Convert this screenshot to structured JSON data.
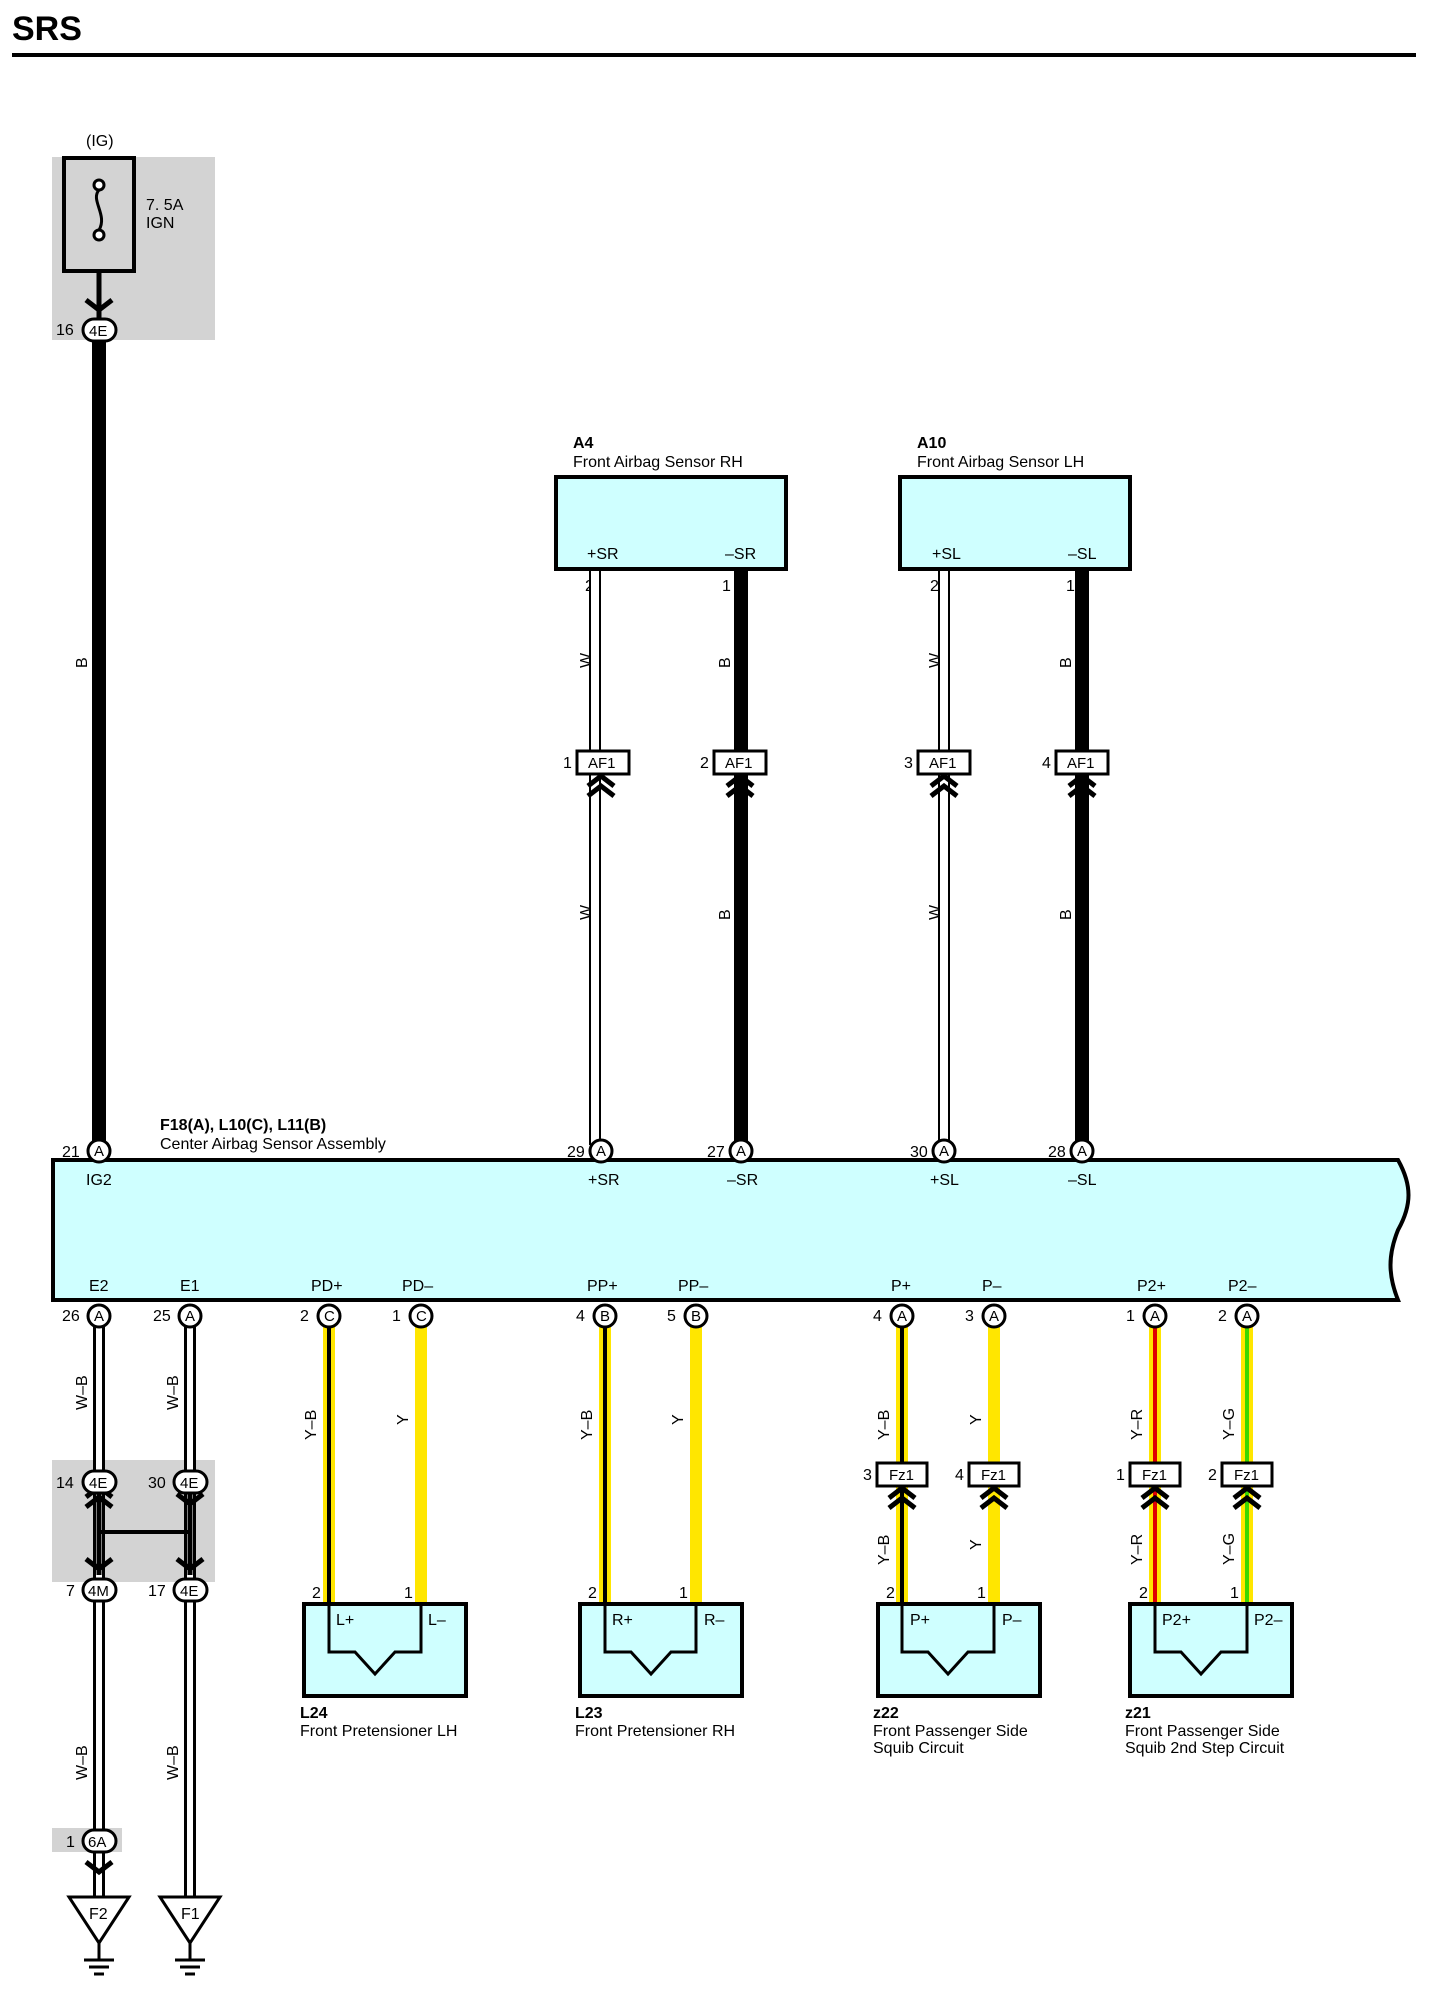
{
  "title": "SRS",
  "fuse": {
    "ig": "(IG)",
    "rating": "7. 5A",
    "name": "IGN",
    "pin": "16",
    "connector": "4E",
    "wire": "B"
  },
  "sensor_rh": {
    "code": "A4",
    "name": "Front Airbag Sensor RH",
    "pin_pos": "+SR",
    "pin_neg": "–SR",
    "pin_pos_no": "2",
    "pin_neg_no": "1"
  },
  "sensor_lh": {
    "code": "A10",
    "name": "Front Airbag Sensor LH",
    "pin_pos": "+SL",
    "pin_neg": "–SL",
    "pin_pos_no": "2",
    "pin_neg_no": "1"
  },
  "af1": {
    "label": "AF1",
    "pins": [
      "1",
      "2",
      "3",
      "4"
    ]
  },
  "wires_top": {
    "w": "W",
    "b": "B"
  },
  "assembly": {
    "codes": "F18(A), L10(C), L11(B)",
    "name": "Center Airbag Sensor Assembly",
    "top_pins": [
      {
        "no": "21",
        "conn": "A",
        "label": "IG2"
      },
      {
        "no": "29",
        "conn": "A",
        "label": "+SR"
      },
      {
        "no": "27",
        "conn": "A",
        "label": "–SR"
      },
      {
        "no": "30",
        "conn": "A",
        "label": "+SL"
      },
      {
        "no": "28",
        "conn": "A",
        "label": "–SL"
      }
    ],
    "bottom_pins": [
      {
        "no": "26",
        "conn": "A",
        "label": "E2"
      },
      {
        "no": "25",
        "conn": "A",
        "label": "E1"
      },
      {
        "no": "2",
        "conn": "C",
        "label": "PD+"
      },
      {
        "no": "1",
        "conn": "C",
        "label": "PD–"
      },
      {
        "no": "4",
        "conn": "B",
        "label": "PP+"
      },
      {
        "no": "5",
        "conn": "B",
        "label": "PP–"
      },
      {
        "no": "4",
        "conn": "A",
        "label": "P+"
      },
      {
        "no": "3",
        "conn": "A",
        "label": "P–"
      },
      {
        "no": "1",
        "conn": "A",
        "label": "P2+"
      },
      {
        "no": "2",
        "conn": "A",
        "label": "P2–"
      }
    ]
  },
  "ground": {
    "wire": "W–B",
    "j_top": [
      {
        "no": "14",
        "conn": "4E"
      },
      {
        "no": "30",
        "conn": "4E"
      }
    ],
    "j_bot": [
      {
        "no": "7",
        "conn": "4M"
      },
      {
        "no": "17",
        "conn": "4E"
      }
    ],
    "g6a": {
      "no": "1",
      "conn": "6A"
    },
    "grounds": [
      "F2",
      "F1"
    ]
  },
  "wire_colors": {
    "yb": "Y–B",
    "y": "Y",
    "yr": "Y–R",
    "yg": "Y–G"
  },
  "fz1": {
    "label": "Fz1",
    "pins": [
      "3",
      "4",
      "1",
      "2"
    ]
  },
  "devices": [
    {
      "code": "L24",
      "name": "Front Pretensioner LH",
      "name2": "",
      "pos": "L+",
      "neg": "L–",
      "pin_pos": "2",
      "pin_neg": "1"
    },
    {
      "code": "L23",
      "name": "Front Pretensioner RH",
      "name2": "",
      "pos": "R+",
      "neg": "R–",
      "pin_pos": "2",
      "pin_neg": "1"
    },
    {
      "code": "z22",
      "name": "Front Passenger Side",
      "name2": "Squib Circuit",
      "pos": "P+",
      "neg": "P–",
      "pin_pos": "2",
      "pin_neg": "1"
    },
    {
      "code": "z21",
      "name": "Front Passenger Side",
      "name2": "Squib 2nd Step Circuit",
      "pos": "P2+",
      "neg": "P2–",
      "pin_pos": "2",
      "pin_neg": "1"
    }
  ],
  "colors": {
    "box_fill": "#cfffff",
    "yellow": "#ffe600",
    "red": "#e00000",
    "green": "#3cd700",
    "gray": "#d3d3d3"
  }
}
